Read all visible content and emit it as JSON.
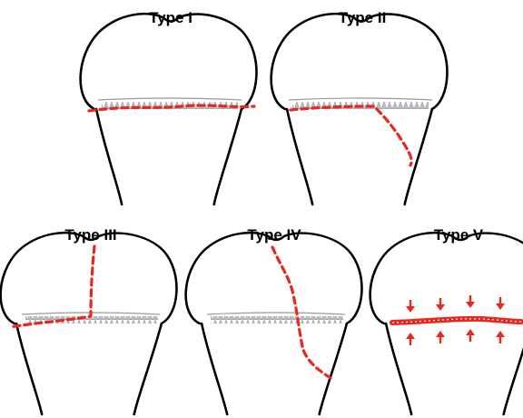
{
  "panels": [
    {
      "id": "type-1",
      "title": "Type I"
    },
    {
      "id": "type-2",
      "title": "Type II"
    },
    {
      "id": "type-3",
      "title": "Type III"
    },
    {
      "id": "type-4",
      "title": "Type IV"
    },
    {
      "id": "type-5",
      "title": "Type V"
    }
  ],
  "colors": {
    "fracture": "#e8271f",
    "bone_outline": "#000000",
    "growth_plate": "#b9bcc2"
  }
}
